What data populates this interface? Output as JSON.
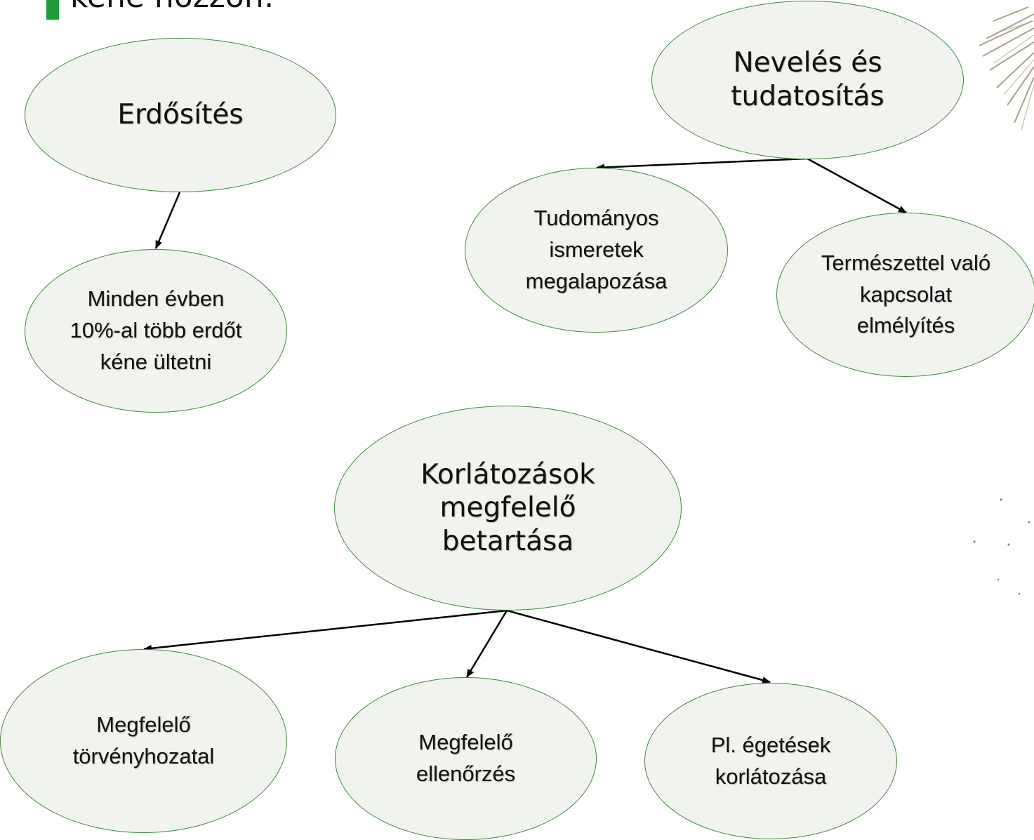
{
  "title": "kéne hozzon:",
  "colors": {
    "accent": "#1f9a3a",
    "node_fill": "#f1f3ee",
    "node_border": "#3d8a3d",
    "arrow": "#000000"
  },
  "nodes": {
    "erdosites": {
      "label": "Erdősítés"
    },
    "minden_evben": {
      "label": "Minden évben 10%-al több erdőt kéne ültetni"
    },
    "neveles": {
      "label": "Nevelés és tudatosítás"
    },
    "tudomanyos": {
      "label": "Tudományos ismeretek megalapozása"
    },
    "termeszettel": {
      "label": "Természettel való kapcsolat elmélyítés"
    },
    "korlatozasok": {
      "label": "Korlátozások megfelelő betartása"
    },
    "torvenyhozatal": {
      "label": "Megfelelő törvényhozatal"
    },
    "ellenorzes": {
      "label": "Megfelelő ellenőrzés"
    },
    "egetesek": {
      "label": "Pl. égetések korlátozása"
    }
  },
  "edges": [
    {
      "from": "erdosites",
      "to": "minden_evben"
    },
    {
      "from": "neveles",
      "to": "tudomanyos"
    },
    {
      "from": "neveles",
      "to": "termeszettel"
    },
    {
      "from": "korlatozasok",
      "to": "torvenyhozatal"
    },
    {
      "from": "korlatozasok",
      "to": "ellenorzes"
    },
    {
      "from": "korlatozasok",
      "to": "egetesek"
    }
  ]
}
